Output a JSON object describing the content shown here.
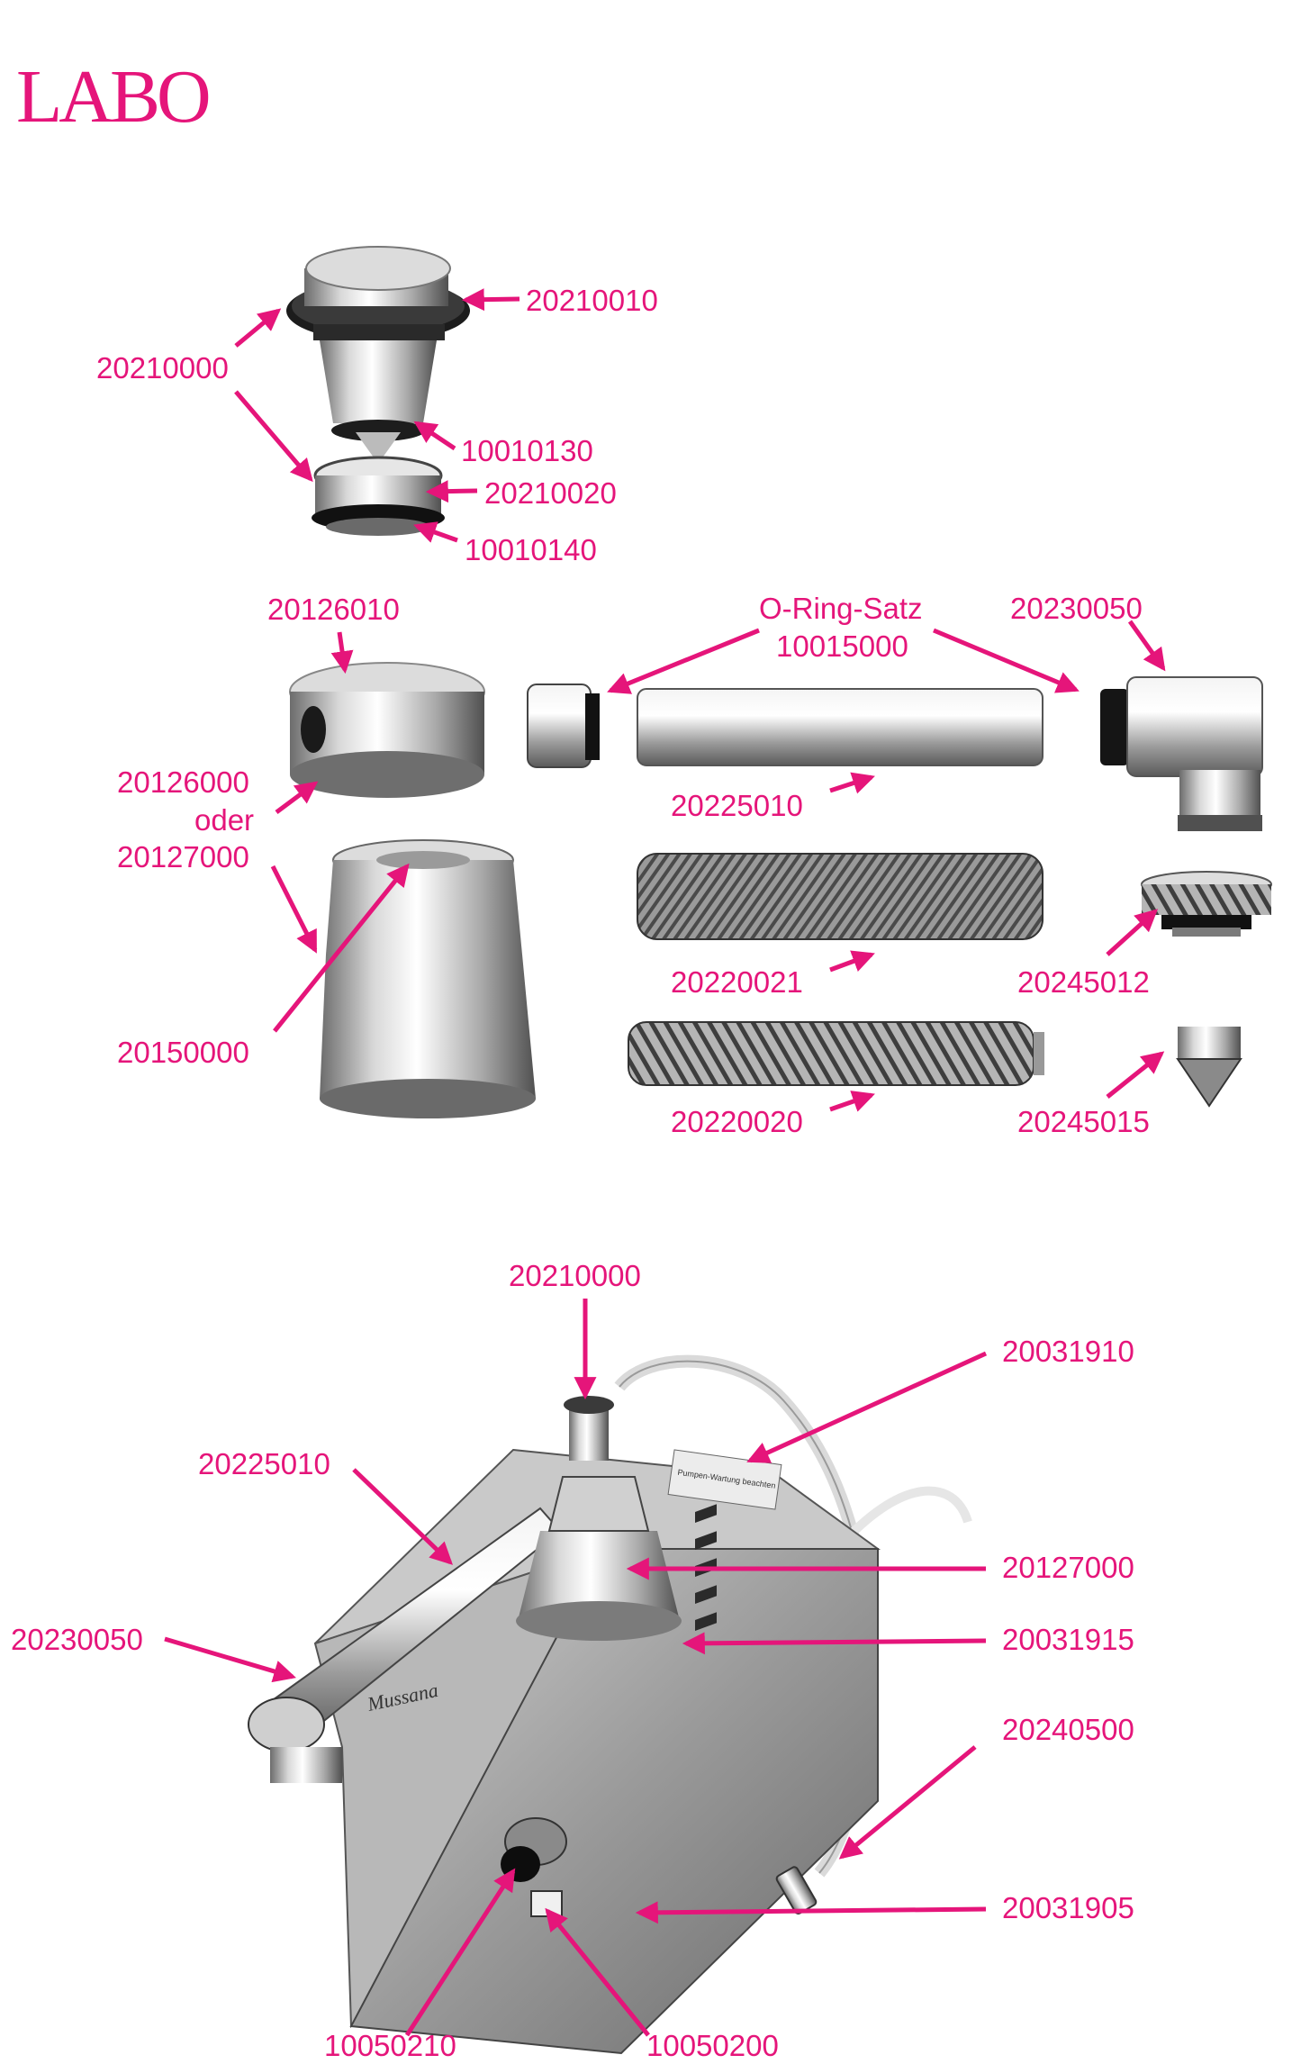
{
  "brand": "LABO",
  "colors": {
    "accent": "#e5157a",
    "metal_light": "#f2f2f2",
    "metal_dark": "#7a7a7a",
    "ink": "#1a1a1a"
  },
  "parts_top": {
    "dial_cap": "20210010",
    "dial_assembly": "20210000",
    "oring_small": "10010130",
    "nozzle_ring": "20210020",
    "oring_bottom": "10010140"
  },
  "parts_middle": {
    "housing_head": "20126010",
    "oring_set_name": "O-Ring-Satz",
    "oring_set_code": "10015000",
    "elbow": "20230050",
    "housing_option_a": "20126000",
    "housing_option_or": "oder",
    "housing_option_b": "20127000",
    "tube": "20225010",
    "roller_fine": "20220021",
    "cap": "20245012",
    "base_cone": "20150000",
    "roller_coarse": "20220020",
    "nozzle_tip": "20245015"
  },
  "parts_machine": {
    "top_dial": "20210000",
    "hose": "20031910",
    "tube": "20225010",
    "cone_housing": "20127000",
    "elbow": "20230050",
    "cover": "20031915",
    "connector": "20240500",
    "body": "20031905",
    "knob": "10050210",
    "switch": "10050200"
  },
  "machine": {
    "brand_plate": "Mussana",
    "sticker_text": "Pumpen-Wartung beachten"
  }
}
